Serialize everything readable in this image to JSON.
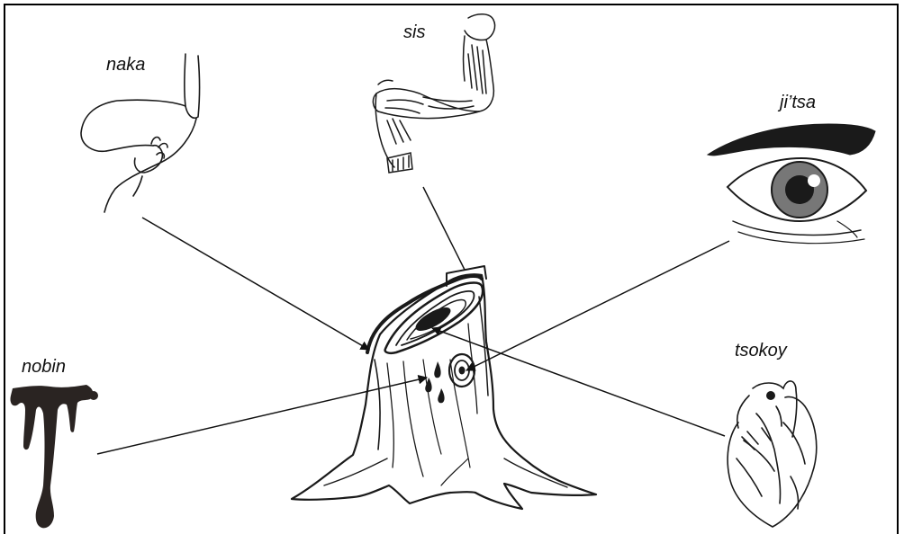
{
  "labels": {
    "naka": "naka",
    "sis": "sis",
    "jitsa": "ji’tsa",
    "nobin": "nobin",
    "tsokoy": "tsokoy"
  },
  "colors": {
    "ink": "#1a1a1a",
    "background": "#ffffff"
  }
}
